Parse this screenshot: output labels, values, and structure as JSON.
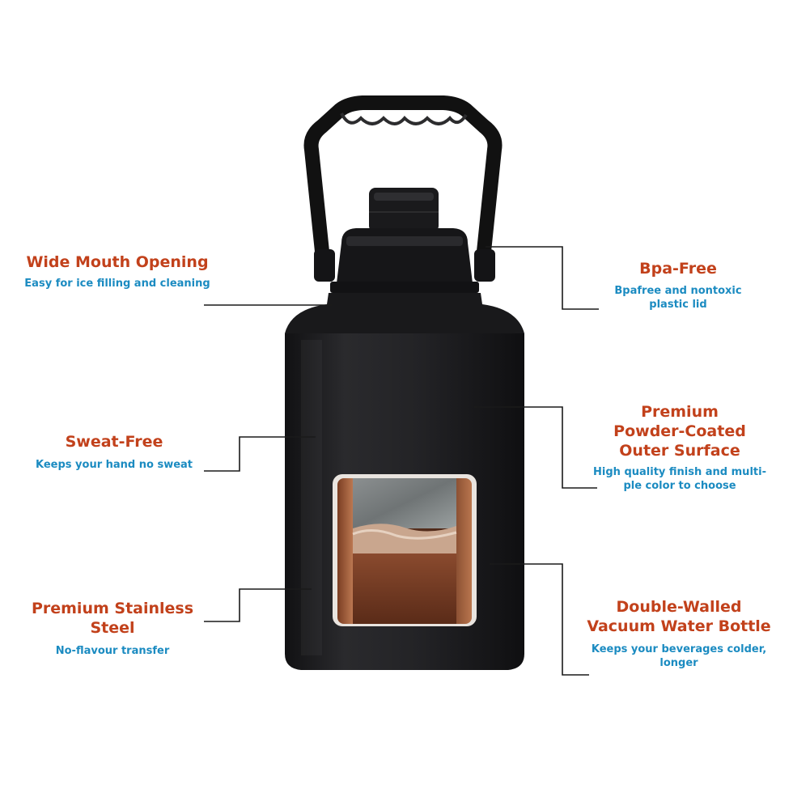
{
  "colors": {
    "title": "#c2411b",
    "description": "#1b8bc1",
    "leader_line": "#1a1a1a",
    "bottle_body": "#1e1e20",
    "background": "#ffffff"
  },
  "features": {
    "wide_mouth": {
      "title": "Wide Mouth Opening",
      "description": "Easy for ice filling and cleaning"
    },
    "sweat_free": {
      "title": "Sweat-Free",
      "description": "Keeps your hand no sweat"
    },
    "stainless": {
      "title": "Premium Stainless\nSteel",
      "description": "No-flavour transfer"
    },
    "bpa_free": {
      "title": "Bpa-Free",
      "description": "Bpafree and nontoxic\nplastic lid"
    },
    "powder_coated": {
      "title": "Premium\nPowder-Coated\nOuter Surface",
      "description": "High quality finish and multi-\nple color to choose"
    },
    "double_walled": {
      "title": "Double-Walled\nVacuum Water Bottle",
      "description": "Keeps your beverages colder,\nlonger"
    }
  }
}
